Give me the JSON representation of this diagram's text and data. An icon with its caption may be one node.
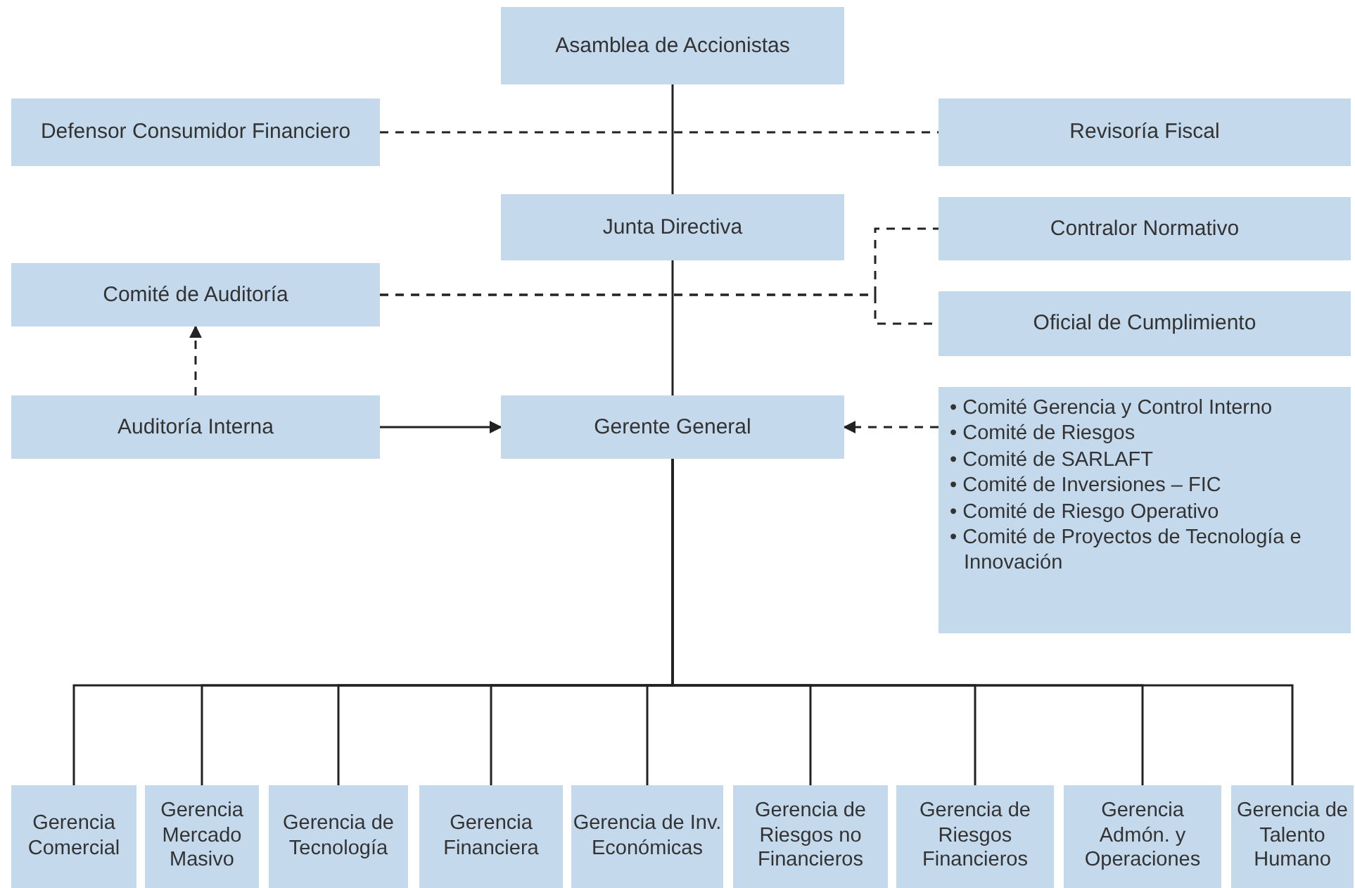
{
  "diagram": {
    "nodes": [
      {
        "text": [
          "Asamblea de Accionistas"
        ]
      },
      {
        "text": [
          "Defensor Consumidor Financiero"
        ]
      },
      {
        "text": [
          "Revisoría Fiscal"
        ]
      },
      {
        "text": [
          "Junta Directiva"
        ]
      },
      {
        "text": [
          "Contralor Normativo"
        ]
      },
      {
        "text": [
          "Comité de Auditoría"
        ]
      },
      {
        "text": [
          "Oficial de Cumplimiento"
        ]
      },
      {
        "text": [
          "Auditoría Interna"
        ]
      },
      {
        "text": [
          "Gerente General"
        ]
      },
      {
        "text": [
          "• Comité Gerencia y Control Interno",
          "• Comité de Riesgos",
          "• Comité de SARLAFT",
          "• Comité de Inversiones – FIC",
          "• Comité de Riesgo Operativo",
          "• Comité de Proyectos de Tecnología e Innovación"
        ]
      },
      {
        "text": [
          "Gerencia Comercial"
        ]
      },
      {
        "text": [
          "Gerencia Mercado Masivo"
        ]
      },
      {
        "text": [
          "Gerencia de Tecnología"
        ]
      },
      {
        "text": [
          "Gerencia Financiera"
        ]
      },
      {
        "text": [
          "Gerencia de Inv. Económicas"
        ]
      },
      {
        "text": [
          "Gerencia de Riesgos no Financieros"
        ]
      },
      {
        "text": [
          "Gerencia de Riesgos Financieros"
        ]
      },
      {
        "text": [
          "Gerencia Admón. y Operaciones"
        ]
      },
      {
        "text": [
          "Gerencia de Talento Humano"
        ]
      }
    ],
    "edges": [
      {
        "from": 0,
        "to": 3,
        "arrow": "none"
      },
      {
        "from": 1,
        "to": 2,
        "arrow": "none",
        "style": "dashed"
      },
      {
        "from": 3,
        "to": 8,
        "arrow": "none"
      },
      {
        "from": 5,
        "to": 4,
        "arrow": "none",
        "style": "dashed"
      },
      {
        "from": 5,
        "to": 6,
        "arrow": "none",
        "style": "dashed"
      },
      {
        "from": 7,
        "to": 5,
        "arrow": "to",
        "style": "dashed"
      },
      {
        "from": 7,
        "to": 8,
        "arrow": "to"
      },
      {
        "from": 9,
        "to": 8,
        "arrow": "to",
        "style": "dashed"
      },
      {
        "from": 8,
        "to": 10,
        "arrow": "none"
      },
      {
        "from": 8,
        "to": 11,
        "arrow": "none"
      },
      {
        "from": 8,
        "to": 12,
        "arrow": "none"
      },
      {
        "from": 8,
        "to": 13,
        "arrow": "none"
      },
      {
        "from": 8,
        "to": 14,
        "arrow": "none"
      },
      {
        "from": 8,
        "to": 15,
        "arrow": "none"
      },
      {
        "from": 8,
        "to": 16,
        "arrow": "none"
      },
      {
        "from": 8,
        "to": 17,
        "arrow": "none"
      },
      {
        "from": 8,
        "to": 18,
        "arrow": "none"
      }
    ]
  }
}
